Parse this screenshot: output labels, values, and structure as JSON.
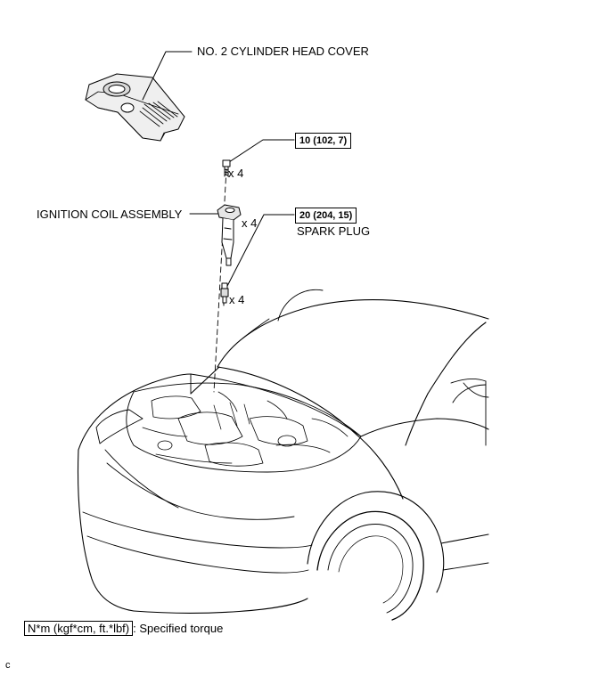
{
  "labels": {
    "head_cover": "NO. 2 CYLINDER HEAD COVER",
    "ignition_coil": "IGNITION COIL ASSEMBLY",
    "spark_plug": "SPARK PLUG",
    "qty_bolt": "x 4",
    "qty_coil": "x 4",
    "qty_plug": "x 4"
  },
  "torque": {
    "bolt": "10 (102, 7)",
    "plug": "20 (204, 15)"
  },
  "legend": {
    "unit": "N*m (kgf*cm, ft.*lbf)",
    "text": ": Specified torque"
  },
  "corner_mark": "c"
}
